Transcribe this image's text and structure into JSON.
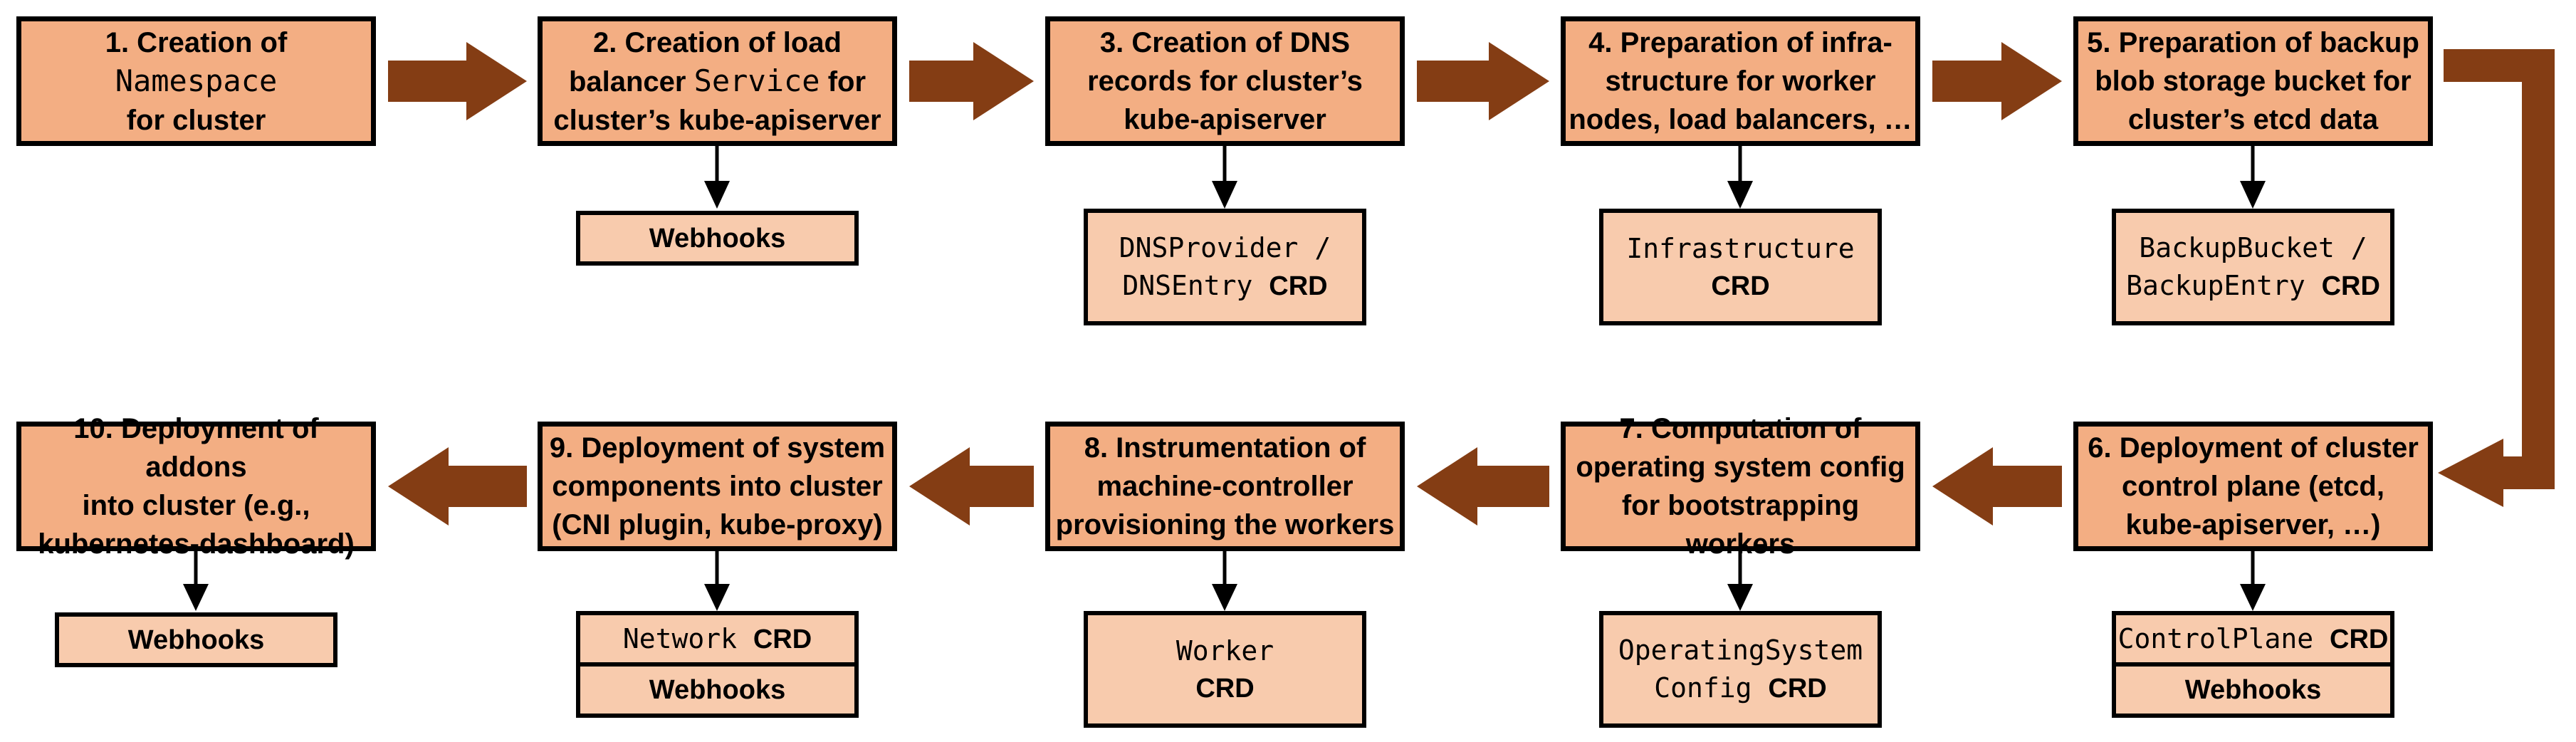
{
  "palette": {
    "step_fill": "#F3AE83",
    "sub_fill": "#F8CBAD",
    "arrow_color": "#843D14",
    "border_color": "#000000"
  },
  "steps": [
    {
      "num": "1",
      "label": [
        {
          "t": "1. Creation of\n",
          "s": "sans"
        },
        {
          "t": "Namespace",
          "s": "mono"
        },
        {
          "t": "\nfor cluster",
          "s": "sans"
        }
      ],
      "sub_boxes": []
    },
    {
      "num": "2",
      "label": [
        {
          "t": "2. Creation of load\nbalancer ",
          "s": "sans"
        },
        {
          "t": "Service",
          "s": "mono"
        },
        {
          "t": " for\ncluster’s kube-apiserver",
          "s": "sans"
        }
      ],
      "sub_boxes": [
        {
          "segments": [
            {
              "t": "Webhooks",
              "s": "sans"
            }
          ]
        }
      ]
    },
    {
      "num": "3",
      "label": [
        {
          "t": "3. Creation of DNS\nrecords for cluster’s\nkube-apiserver",
          "s": "sans"
        }
      ],
      "sub_boxes": [
        {
          "segments": [
            {
              "t": "DNSProvider /\nDNSEntry ",
              "s": "mono"
            },
            {
              "t": "CRD",
              "s": "sans"
            }
          ]
        }
      ]
    },
    {
      "num": "4",
      "label": [
        {
          "t": "4. Preparation of infra-\nstructure for worker\nnodes, load balancers, …",
          "s": "sans"
        }
      ],
      "sub_boxes": [
        {
          "segments": [
            {
              "t": "Infrastructure\n",
              "s": "mono"
            },
            {
              "t": "CRD",
              "s": "sans"
            }
          ]
        }
      ]
    },
    {
      "num": "5",
      "label": [
        {
          "t": "5. Preparation of backup\nblob storage bucket for\ncluster’s etcd data",
          "s": "sans"
        }
      ],
      "sub_boxes": [
        {
          "segments": [
            {
              "t": "BackupBucket /\nBackupEntry ",
              "s": "mono"
            },
            {
              "t": "CRD",
              "s": "sans"
            }
          ]
        }
      ]
    },
    {
      "num": "6",
      "label": [
        {
          "t": "6. Deployment of cluster\ncontrol plane (etcd,\nkube-apiserver, …)",
          "s": "sans"
        }
      ],
      "sub_boxes": [
        {
          "segments": [
            {
              "t": "ControlPlane ",
              "s": "mono"
            },
            {
              "t": "CRD",
              "s": "sans"
            }
          ]
        },
        {
          "segments": [
            {
              "t": "Webhooks",
              "s": "sans"
            }
          ]
        }
      ]
    },
    {
      "num": "7",
      "label": [
        {
          "t": "7. Computation of\noperating system config\nfor bootstrapping workers",
          "s": "sans"
        }
      ],
      "sub_boxes": [
        {
          "segments": [
            {
              "t": "OperatingSystem\nConfig ",
              "s": "mono"
            },
            {
              "t": "CRD",
              "s": "sans"
            }
          ]
        }
      ]
    },
    {
      "num": "8",
      "label": [
        {
          "t": "8. Instrumentation of\nmachine-controller\nprovisioning the workers",
          "s": "sans"
        }
      ],
      "sub_boxes": [
        {
          "segments": [
            {
              "t": "Worker\n",
              "s": "mono"
            },
            {
              "t": "CRD",
              "s": "sans"
            }
          ]
        }
      ]
    },
    {
      "num": "9",
      "label": [
        {
          "t": "9. Deployment of system\ncomponents into cluster\n(CNI plugin, kube-proxy)",
          "s": "sans"
        }
      ],
      "sub_boxes": [
        {
          "segments": [
            {
              "t": "Network ",
              "s": "mono"
            },
            {
              "t": "CRD",
              "s": "sans"
            }
          ]
        },
        {
          "segments": [
            {
              "t": "Webhooks",
              "s": "sans"
            }
          ]
        }
      ]
    },
    {
      "num": "10",
      "label": [
        {
          "t": "10. Deployment of addons\ninto cluster (e.g.,\nkubernetes-dashboard)",
          "s": "sans"
        }
      ],
      "sub_boxes": [
        {
          "segments": [
            {
              "t": "Webhooks",
              "s": "sans"
            }
          ]
        }
      ]
    }
  ]
}
